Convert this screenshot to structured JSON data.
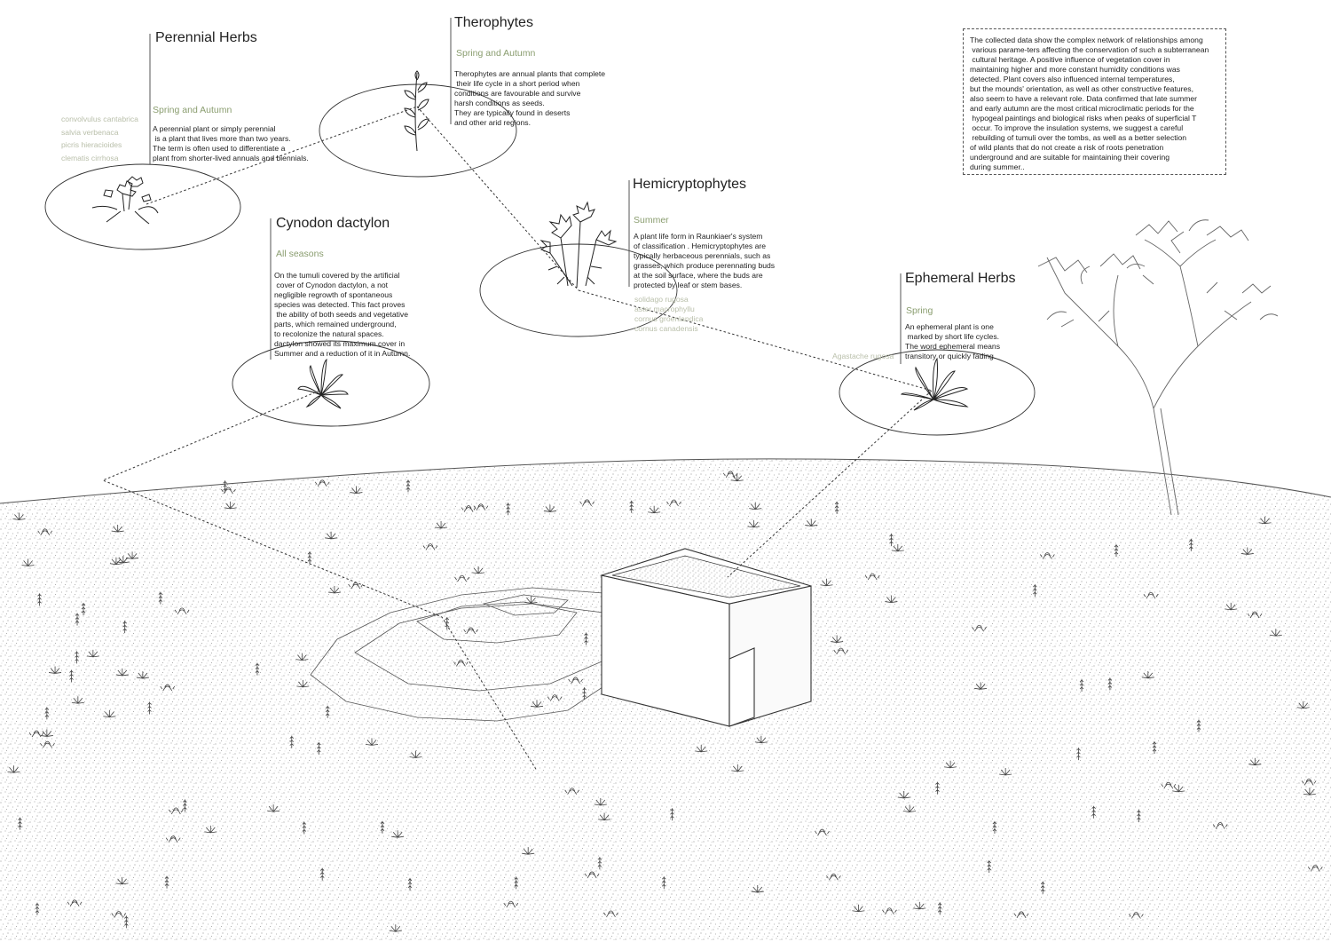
{
  "categories": {
    "perennial": {
      "title": "Perennial Herbs",
      "season": "Spring  and Autumn",
      "description": "A perennial plant or simply perennial\n is a plant that lives more than two years.\nThe term is often used to differentiate a\nplant from shorter-lived annuals and biennials.",
      "species": "convolvulus cantabrica\nsalvia verbenaca\npicris hieracioides\nclematis cirrhosa"
    },
    "therophytes": {
      "title": "Therophytes",
      "season": "Spring  and Autumn",
      "description": "Therophytes are annual plants that complete\n their life cycle in a short period when\nconditions are favourable and survive\nharsh conditions as seeds.\nThey are typically found in deserts\nand other arid regions."
    },
    "hemicryptophytes": {
      "title": "Hemicryptophytes",
      "season": "Summer",
      "description": "A plant life form in Raunkiaer's system\nof classification . Hemicryptophytes are\ntypically herbaceous perennials, such as\ngrasses, which produce perennating buds\nat the soil surface, where the buds are\nprotected by leaf or stem bases.",
      "species": "solidago rugosa\naster macrophyllu\ncornus groenlandica\ncornus canadensis"
    },
    "cynodon": {
      "title": "Cynodon dactylon",
      "season": "All seasons",
      "description": "On the tumuli covered by the artificial\n cover of Cynodon dactylon, a not\nnegligible regrowth of spontaneous\nspecies was detected. This fact proves\n the ability of both seeds and vegetative\nparts, which remained underground,\nto recolonize the natural spaces.\ndactylon showed its maximum cover in\nSummer and a reduction of it in Autumn."
    },
    "ephemeral": {
      "title": "Ephemeral Herbs",
      "season": "Spring",
      "description": "An ephemeral plant is one\n marked by short life cycles.\nThe word ephemeral means\ntransitory or quickly fading.",
      "species": "Agastache rugosa"
    }
  },
  "notes": {
    "text": "The collected data show the complex network of relationships among\n various parame-ters affecting the conservation of such a subterranean\n cultural heritage. A positive influence of vegetation cover in\nmaintaining higher and more constant humidity conditions was\ndetected. Plant covers also influenced internal temperatures,\nbut the mounds' orientation, as well as other constructive features,\nalso seem to have a relevant role. Data confirmed that late summer\nand early autumn are the most critical microclimatic periods for the\n hypogeal paintings and biological risks when peaks of superficial T\n occur. To improve the insulation systems, we suggest a careful\n rebuilding of tumuli over the tombs, as well as a better selection\nof wild plants that do not create a risk of roots penetration\nunderground and are suitable for maintaining their covering\nduring summer.."
  },
  "colors": {
    "season_green": "#8a9d6f",
    "species_grey": "#b9bfaa",
    "line": "#333333",
    "stipple": "#7a7a7a"
  },
  "icons": [
    "perennial-plant-icon",
    "therophyte-plant-icon",
    "hemicryptophyte-plant-icon",
    "cynodon-plant-icon",
    "ephemeral-plant-icon",
    "tree-icon",
    "tomb-building-icon"
  ]
}
